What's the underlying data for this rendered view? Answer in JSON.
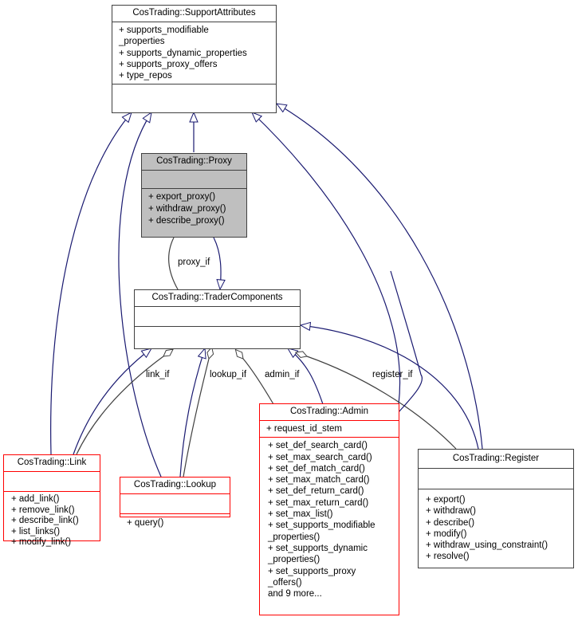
{
  "diagram": {
    "title": "Collaboration diagram for CosTrading::Proxy",
    "colors": {
      "inheritance_edge": "#191970",
      "usage_edge": "#404040",
      "focus_fill": "#bfbfbf",
      "undocumented_border": "#ff0000",
      "node_border": "#404040"
    },
    "nodes": {
      "support_attributes": {
        "name": "CosTrading::SupportAttributes",
        "attributes": [
          "+ supports_modifiable",
          "_properties",
          "+ supports_dynamic_properties",
          "+ supports_proxy_offers",
          "+ type_repos"
        ],
        "methods": []
      },
      "proxy": {
        "name": "CosTrading::Proxy",
        "attributes": [],
        "methods": [
          "+ export_proxy()",
          "+ withdraw_proxy()",
          "+ describe_proxy()"
        ]
      },
      "trader_components": {
        "name": "CosTrading::TraderComponents",
        "attributes": [],
        "methods": []
      },
      "admin": {
        "name": "CosTrading::Admin",
        "attributes": [
          "+ request_id_stem"
        ],
        "methods": [
          "+ set_def_search_card()",
          "+ set_max_search_card()",
          "+ set_def_match_card()",
          "+ set_max_match_card()",
          "+ set_def_return_card()",
          "+ set_max_return_card()",
          "+ set_max_list()",
          "+ set_supports_modifiable",
          "_properties()",
          "+ set_supports_dynamic",
          "_properties()",
          "+ set_supports_proxy",
          "_offers()",
          "and 9 more..."
        ]
      },
      "link": {
        "name": "CosTrading::Link",
        "attributes": [],
        "methods": [
          "+ add_link()",
          "+ remove_link()",
          "+ describe_link()",
          "+ list_links()",
          "+ modify_link()"
        ]
      },
      "lookup": {
        "name": "CosTrading::Lookup",
        "attributes": [],
        "methods": [
          "+ query()"
        ]
      },
      "register": {
        "name": "CosTrading::Register",
        "attributes": [],
        "methods": [
          "+ export()",
          "+ withdraw()",
          "+ describe()",
          "+ modify()",
          "+ withdraw_using_constraint()",
          "+ resolve()"
        ]
      }
    },
    "edge_labels": {
      "proxy_if": "proxy_if",
      "link_if": "link_if",
      "lookup_if": "lookup_if",
      "admin_if": "admin_if",
      "register_if": "register_if"
    }
  }
}
